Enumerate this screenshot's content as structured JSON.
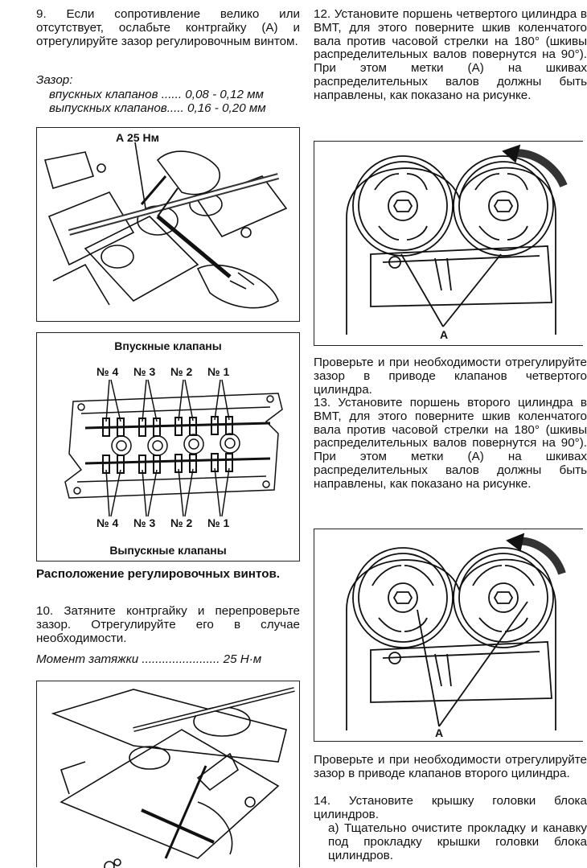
{
  "left": {
    "step9": "9. Если сопротивление велико или отсутствует, ослабьте контргайку (А) и отрегулируйте зазор регулировочным винтом.",
    "gap_label": "Зазор:",
    "gap_intake": "впускных клапанов ...... 0,08 - 0,12 мм",
    "gap_exhaust": "выпускных клапанов..... 0,16 - 0,20 мм",
    "fig1_label": "А 25 Нм",
    "fig2_top": "Впускные клапаны",
    "fig2_bottom": "Выпускные клапаны",
    "fig2_nums": [
      "№ 4",
      "№ 3",
      "№ 2",
      "№ 1"
    ],
    "caption": "Расположение регулировочных винтов.",
    "step10": "10. Затяните контргайку и перепроверьте зазор. Отрегулируйте его в случае необходимости.",
    "torque": "Момент затяжки ....................... 25 Н·м"
  },
  "right": {
    "step12": "12. Установите поршень четвертого цилиндра в ВМТ, для этого поверните шкив коленчатого вала против часовой стрелки на 180° (шкивы распределительных валов повернутся на 90°). При этом метки (А) на шкивах распределительных валов должны быть направлены, как показано на рисунке.",
    "fig_label_a": "A",
    "check1": "Проверьте и при необходимости отрегулируйте зазор в приводе клапанов четвертого цилиндра.",
    "step13": "13. Установите поршень второго цилиндра в ВМТ, для этого поверните шкив коленчатого вала против часовой стрелки на 180° (шкивы распределительных валов повернутся на 90°). При этом метки (А) на шкивах распределительных валов должны быть направлены, как показано на рисунке.",
    "check2": "Проверьте и при необходимости отрегулируйте зазор в приводе клапанов второго цилиндра.",
    "step14": "14. Установите крышку головки блока цилиндров.",
    "step14a": "а) Тщательно очистите прокладку и канавку под прокладку крышки головки блока цилиндров."
  }
}
